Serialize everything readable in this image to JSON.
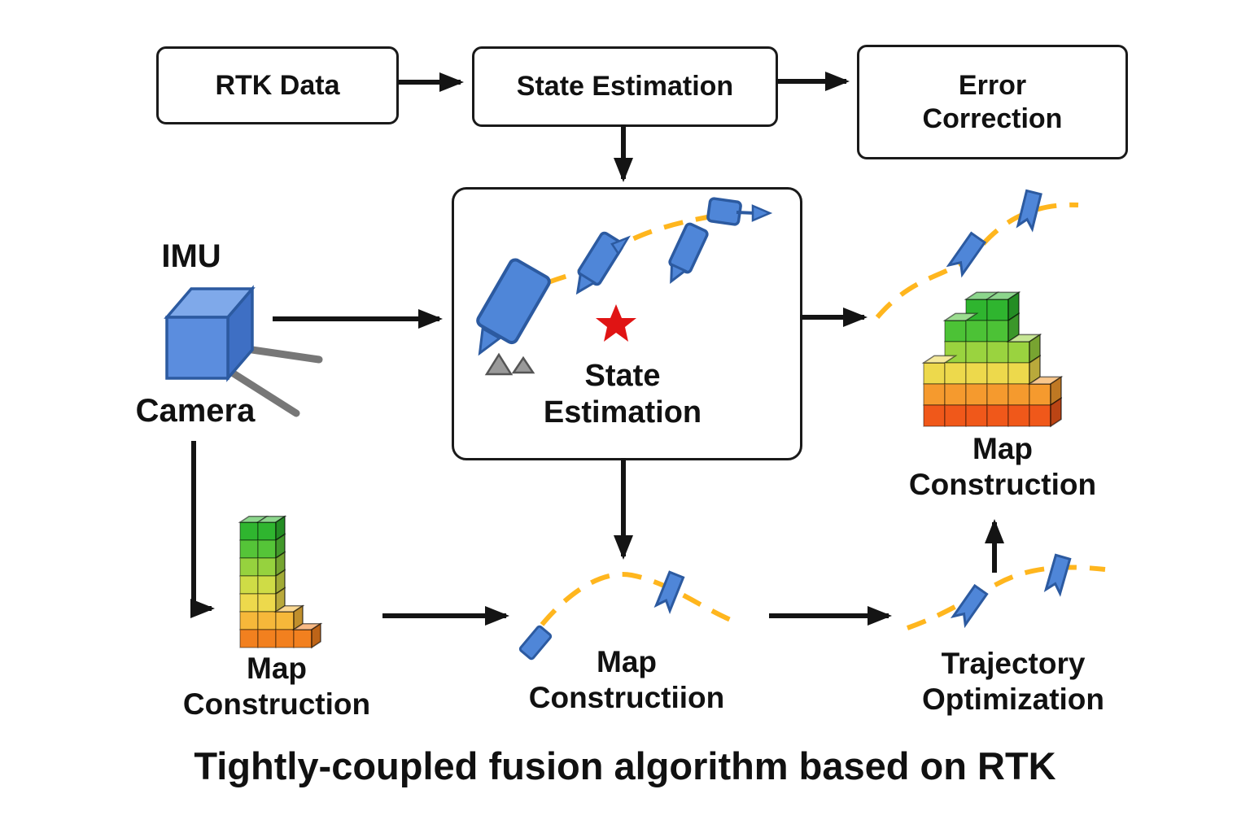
{
  "boxes": {
    "rtk_data": "RTK Data",
    "state_estimation_top": "State Estimation",
    "error_correction_line1": "Error",
    "error_correction_line2": "Correction"
  },
  "labels": {
    "imu": "IMU",
    "camera": "Camera",
    "map_left_line1": "Map",
    "map_left_line2": "Construction",
    "state_center_line1": "State",
    "state_center_line2": "Estimation",
    "map_middle_line1": "Map",
    "map_middle_line2": "Constructiion",
    "trajectory_line1": "Trajectory",
    "trajectory_line2": "Optimization",
    "map_right_line1": "Map",
    "map_right_line2": "Construction",
    "caption": "Tightly-coupled fusion algorithm based on RTK"
  },
  "colors": {
    "trajectory_orange": "#FFB61E",
    "pose_blue": "#4F86D8",
    "pose_blue_dark": "#2C5AA0",
    "star_red": "#E01414",
    "voxel_green": "#2FB52F",
    "voxel_red": "#F0581A",
    "arrow_black": "#141414",
    "leg_gray": "#777777"
  }
}
